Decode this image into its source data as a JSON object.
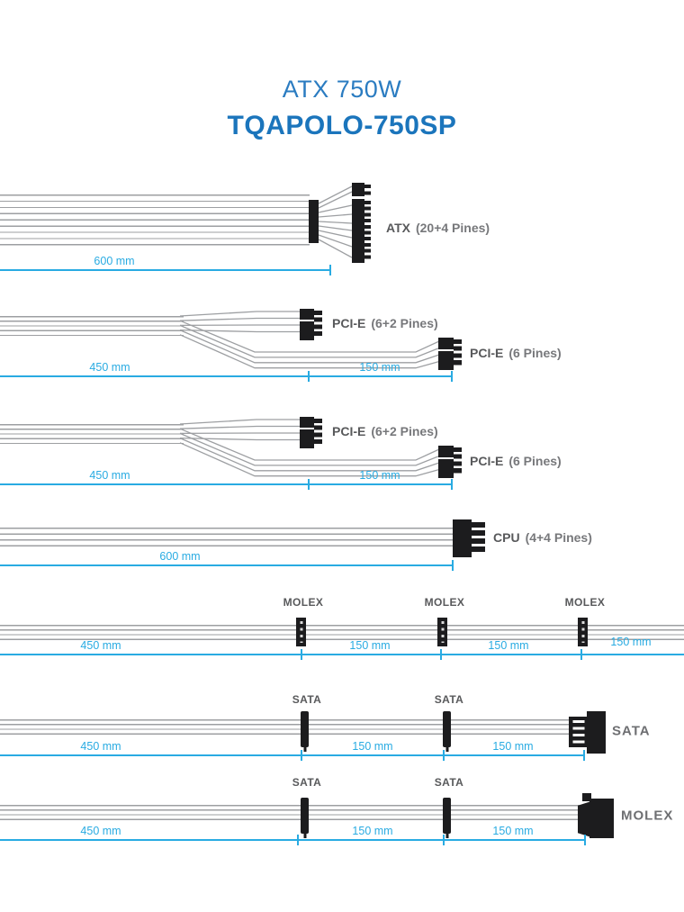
{
  "title": {
    "line1": "ATX 750W",
    "line2": "TQAPOLO-750SP"
  },
  "colors": {
    "title_blue": "#2b7cc1",
    "title_blue_bold": "#1b75bc",
    "measure_cyan": "#29abe2",
    "label_gray": "#58595b",
    "label_gray_light": "#77787b",
    "wire_gray": "#9d9fa2",
    "connector_black": "#1c1c1e"
  },
  "rows": [
    {
      "id": "atx-cable",
      "connectors": [
        {
          "name": "ATX",
          "detail": "(20+4 Pines)"
        }
      ],
      "measurements": [
        "600 mm"
      ]
    },
    {
      "id": "pcie-cable-1",
      "connectors": [
        {
          "name": "PCI-E",
          "detail": "(6+2 Pines)"
        },
        {
          "name": "PCI-E",
          "detail": "(6 Pines)"
        }
      ],
      "measurements": [
        "450 mm",
        "150 mm"
      ]
    },
    {
      "id": "pcie-cable-2",
      "connectors": [
        {
          "name": "PCI-E",
          "detail": "(6+2 Pines)"
        },
        {
          "name": "PCI-E",
          "detail": "(6 Pines)"
        }
      ],
      "measurements": [
        "450 mm",
        "150 mm"
      ]
    },
    {
      "id": "cpu-cable",
      "connectors": [
        {
          "name": "CPU",
          "detail": "(4+4 Pines)"
        }
      ],
      "measurements": [
        "600 mm"
      ]
    },
    {
      "id": "molex-cable",
      "connectors": [
        {
          "name": "MOLEX"
        },
        {
          "name": "MOLEX"
        },
        {
          "name": "MOLEX"
        }
      ],
      "measurements": [
        "450 mm",
        "150 mm",
        "150 mm",
        "150 mm"
      ]
    },
    {
      "id": "sata-cable-1",
      "connectors": [
        {
          "name": "SATA"
        },
        {
          "name": "SATA"
        },
        {
          "name": "SATA"
        }
      ],
      "measurements": [
        "450 mm",
        "150 mm",
        "150 mm"
      ]
    },
    {
      "id": "sata-molex-cable",
      "connectors": [
        {
          "name": "SATA"
        },
        {
          "name": "SATA"
        },
        {
          "name": "MOLEX"
        }
      ],
      "measurements": [
        "450 mm",
        "150 mm",
        "150 mm"
      ]
    }
  ]
}
